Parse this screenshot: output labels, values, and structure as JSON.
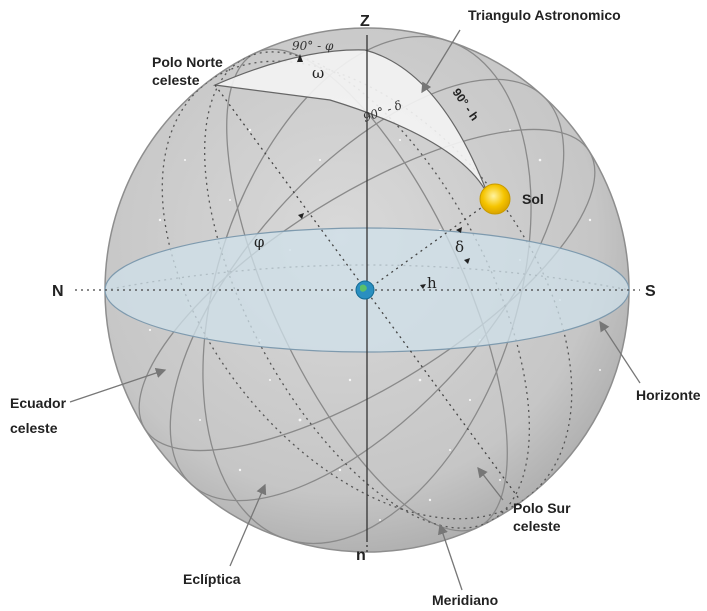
{
  "labels": {
    "zenith": "Z",
    "nadir": "n",
    "north": "N",
    "south": "S",
    "triangle": "Triangulo Astronomico",
    "pole_north_1": "Polo Norte",
    "pole_north_2": "celeste",
    "pole_south_1": "Polo Sur",
    "pole_south_2": "celeste",
    "sun": "Sol",
    "horizon": "Horizonte",
    "equator_1": "Ecuador",
    "equator_2": "celeste",
    "ecliptic": "Eclíptica",
    "meridian": "Meridiano"
  },
  "angles": {
    "colatitude": "90° - φ",
    "hour_angle": "ω",
    "codeclination": "90° - δ",
    "zenith_distance": "90° - h",
    "latitude": "φ",
    "declination": "δ",
    "altitude": "h"
  },
  "colors": {
    "sphere": "#cfcfcf",
    "horizon_plane": "#cfe0ea",
    "triangle": "#f2f2f2",
    "sun": "#f5c400",
    "earth": "#2a8fc0"
  }
}
